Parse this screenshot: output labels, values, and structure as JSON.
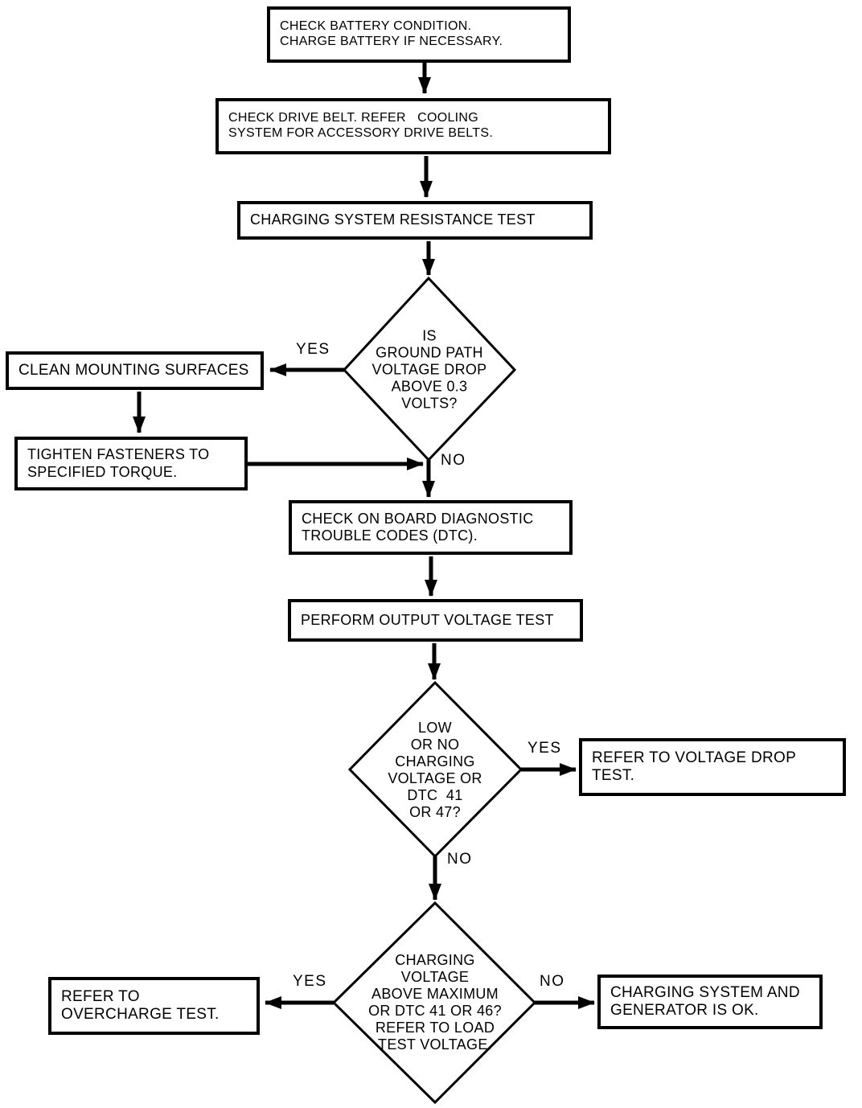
{
  "title": "Charging system diagnostic flowchart",
  "colors": {
    "background": "#ffffff",
    "ink": "#000000"
  },
  "nodes": {
    "check_battery": {
      "label": "CHECK BATTERY CONDITION.\nCHARGE BATTERY IF NECESSARY."
    },
    "check_drive_belt": {
      "label": "CHECK DRIVE BELT. REFER   COOLING\nSYSTEM FOR ACCESSORY DRIVE BELTS."
    },
    "charging_resistance_test": {
      "label": "CHARGING SYSTEM RESISTANCE TEST"
    },
    "ground_path_decision": {
      "label": "IS\nGROUND PATH\nVOLTAGE DROP\nABOVE 0.3\nVOLTS?"
    },
    "clean_mounting": {
      "label": "CLEAN MOUNTING SURFACES"
    },
    "tighten_fasteners": {
      "label": "TIGHTEN FASTENERS TO\nSPECIFIED TORQUE."
    },
    "check_dtc": {
      "label": "CHECK ON BOARD DIAGNOSTIC\nTROUBLE CODES (DTC)."
    },
    "output_voltage_test": {
      "label": "PERFORM OUTPUT VOLTAGE TEST"
    },
    "low_charging_decision": {
      "label": "LOW\nOR NO\nCHARGING\nVOLTAGE OR\nDTC  41\nOR 47?"
    },
    "refer_voltage_drop": {
      "label": "REFER TO VOLTAGE DROP\nTEST."
    },
    "overcharge_decision": {
      "label": "CHARGING\nVOLTAGE\nABOVE MAXIMUM\nOR DTC 41 OR 46?\nREFER TO LOAD\nTEST VOLTAGE."
    },
    "refer_overcharge": {
      "label": "REFER TO\nOVERCHARGE TEST."
    },
    "charging_ok": {
      "label": "CHARGING SYSTEM AND\nGENERATOR IS OK."
    }
  },
  "edge_labels": {
    "ground_path_yes": "YES",
    "ground_path_no": "NO",
    "low_charging_yes": "YES",
    "low_charging_no": "NO",
    "overcharge_yes": "YES",
    "overcharge_no": "NO"
  }
}
